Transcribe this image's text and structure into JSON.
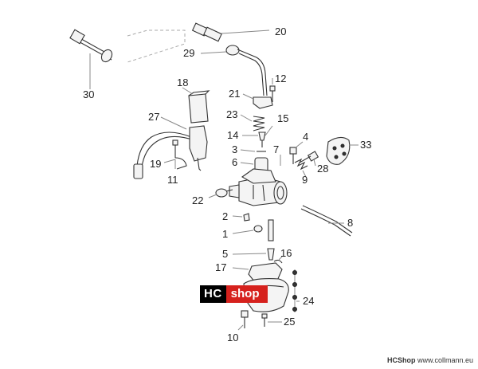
{
  "part_labels": [
    "20",
    "29",
    "30",
    "18",
    "21",
    "12",
    "23",
    "15",
    "27",
    "14",
    "4",
    "3",
    "7",
    "33",
    "6",
    "19",
    "28",
    "11",
    "9",
    "22",
    "2",
    "8",
    "1",
    "5",
    "16",
    "17",
    "24",
    "25",
    "10"
  ],
  "logo": {
    "hc": "HC",
    "shop": "shop"
  },
  "footer": {
    "brand": "HCShop",
    "url": "www.collmann.eu"
  }
}
